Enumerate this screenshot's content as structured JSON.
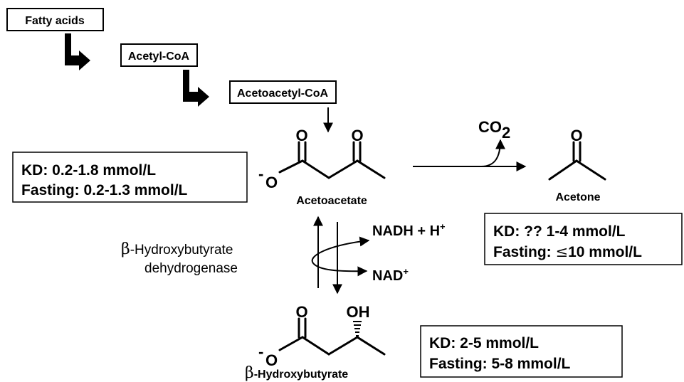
{
  "steps": {
    "fatty_acids": "Fatty acids",
    "acetyl_coa": "Acetyl-CoA",
    "acetoacetyl_coa": "Acetoacetyl-CoA"
  },
  "molecules": {
    "acetoacetate": "Acetoacetate",
    "acetone": "Acetone",
    "bhb_prefix": "β",
    "bhb_name": "-Hydroxybutyrate",
    "oxygen": "O",
    "carboxylate_o": "O",
    "charge": "-",
    "hydroxyl": "OH"
  },
  "cofactors": {
    "co2_main": "CO",
    "co2_sub": "2",
    "nadh_main": "NADH + H",
    "nadh_sup": "+",
    "nad_main": "NAD",
    "nad_sup": "+"
  },
  "enzyme": {
    "prefix": "β",
    "line1": "-Hydroxybutyrate",
    "line2": "dehydrogenase"
  },
  "boxes": {
    "acetoacetate": {
      "line1": "KD: 0.2-1.8 mmol/L",
      "line2": "Fasting: 0.2-1.3 mmol/L"
    },
    "acetone": {
      "line1": "KD: ?? 1-4 mmol/L",
      "line2_prefix": "Fasting: ",
      "line2_sym": "≤",
      "line2_val": "10 mmol/L"
    },
    "bhb": {
      "line1": "KD: 2-5 mmol/L",
      "line2": "Fasting: 5-8 mmol/L"
    }
  }
}
